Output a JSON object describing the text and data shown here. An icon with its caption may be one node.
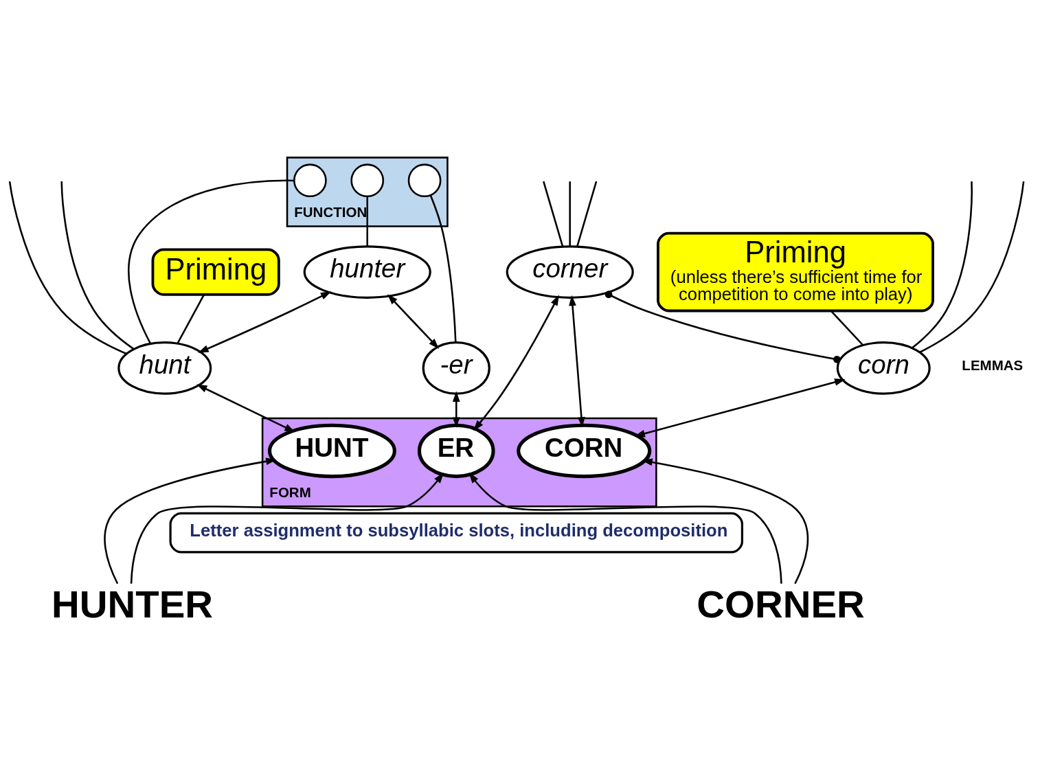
{
  "diagram": {
    "nodes": [
      {
        "text": [
          "FUNCTION"
        ]
      },
      {
        "text": [],
        "shape": "circle",
        "in": 0
      },
      {
        "text": [],
        "shape": "circle",
        "in": 0
      },
      {
        "text": [],
        "shape": "circle",
        "in": 0
      },
      {
        "text": [
          "Priming"
        ]
      },
      {
        "text": [
          "Priming",
          "(unless there’s sufficient time for competition to come into play)"
        ]
      },
      {
        "text": [
          "hunter"
        ]
      },
      {
        "text": [
          "corner"
        ]
      },
      {
        "text": [
          "hunt"
        ]
      },
      {
        "text": [
          "-er"
        ]
      },
      {
        "text": [
          "corn"
        ]
      },
      {
        "text": [
          "FORM"
        ]
      },
      {
        "text": [
          "HUNT"
        ],
        "in": 11
      },
      {
        "text": [
          "ER"
        ],
        "in": 11
      },
      {
        "text": [
          "CORN"
        ],
        "in": 11
      },
      {
        "text": [
          "Letter assignment to subsyllabic slots, including decomposition"
        ]
      },
      {
        "text": [
          "HUNTER"
        ]
      },
      {
        "text": [
          "CORNER"
        ]
      }
    ],
    "edges": [
      {
        "from": 8,
        "to": 1,
        "arrow": "none"
      },
      {
        "from": 8,
        "to": null,
        "arrow": "none"
      },
      {
        "from": 8,
        "to": null,
        "arrow": "none"
      },
      {
        "from": 8,
        "to": 4,
        "arrow": "none"
      },
      {
        "from": 6,
        "to": 2,
        "arrow": "none"
      },
      {
        "from": 9,
        "to": 3,
        "arrow": "none"
      },
      {
        "from": 7,
        "to": null,
        "arrow": "none"
      },
      {
        "from": 7,
        "to": null,
        "arrow": "none"
      },
      {
        "from": 7,
        "to": null,
        "arrow": "none"
      },
      {
        "from": 10,
        "to": 5,
        "arrow": "none"
      },
      {
        "from": 10,
        "to": null,
        "arrow": "none"
      },
      {
        "from": 10,
        "to": null,
        "arrow": "none"
      },
      {
        "from": 8,
        "to": 6,
        "arrow": "both"
      },
      {
        "from": 9,
        "to": 6,
        "arrow": "both"
      },
      {
        "from": 10,
        "to": 7,
        "arrow": "other"
      },
      {
        "from": 12,
        "to": 8,
        "arrow": "both"
      },
      {
        "from": 13,
        "to": 9,
        "arrow": "both"
      },
      {
        "from": 13,
        "to": 7,
        "arrow": "both"
      },
      {
        "from": 14,
        "to": 7,
        "arrow": "both"
      },
      {
        "from": 14,
        "to": 10,
        "arrow": "both"
      },
      {
        "from": 16,
        "to": 12,
        "arrow": "to"
      },
      {
        "from": 16,
        "to": 13,
        "arrow": "to"
      },
      {
        "from": 17,
        "to": 13,
        "arrow": "to"
      },
      {
        "from": 17,
        "to": 14,
        "arrow": "to"
      }
    ],
    "labels": [
      "LEMMAS"
    ]
  }
}
